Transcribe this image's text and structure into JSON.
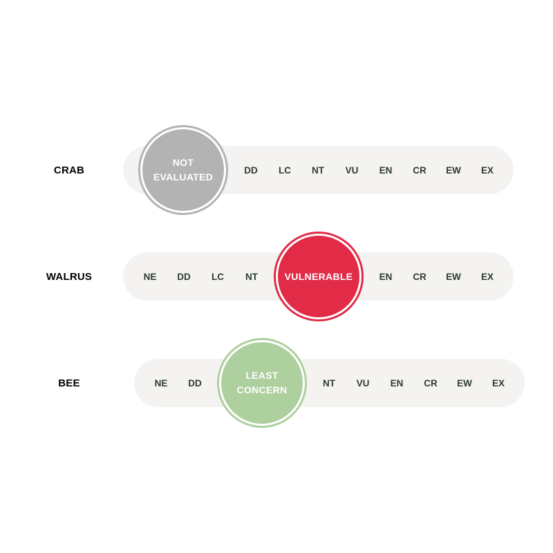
{
  "colors": {
    "track": "#f4f3f1",
    "code_text": "#2e3b33",
    "not_evaluated": "#b3b3b3",
    "vulnerable": "#e12b47",
    "least_concern": "#aecf9e"
  },
  "rows": [
    {
      "name": "CRAB",
      "codes": [
        "DD",
        "LC",
        "NT",
        "VU",
        "EN",
        "CR",
        "EW",
        "EX"
      ],
      "status": {
        "code": "NE",
        "label_lines": [
          "NOT",
          "EVALUATED"
        ],
        "color": "#b3b3b3"
      }
    },
    {
      "name": "WALRUS",
      "codes": [
        "NE",
        "DD",
        "LC",
        "NT",
        "EN",
        "CR",
        "EW",
        "EX"
      ],
      "status": {
        "code": "VU",
        "label_lines": [
          "VULNERABLE"
        ],
        "color": "#e12b47"
      }
    },
    {
      "name": "BEE",
      "codes": [
        "NE",
        "DD",
        "NT",
        "VU",
        "EN",
        "CR",
        "EW",
        "EX"
      ],
      "status": {
        "code": "LC",
        "label_lines": [
          "LEAST",
          "CONCERN"
        ],
        "color": "#aecf9e"
      }
    }
  ]
}
